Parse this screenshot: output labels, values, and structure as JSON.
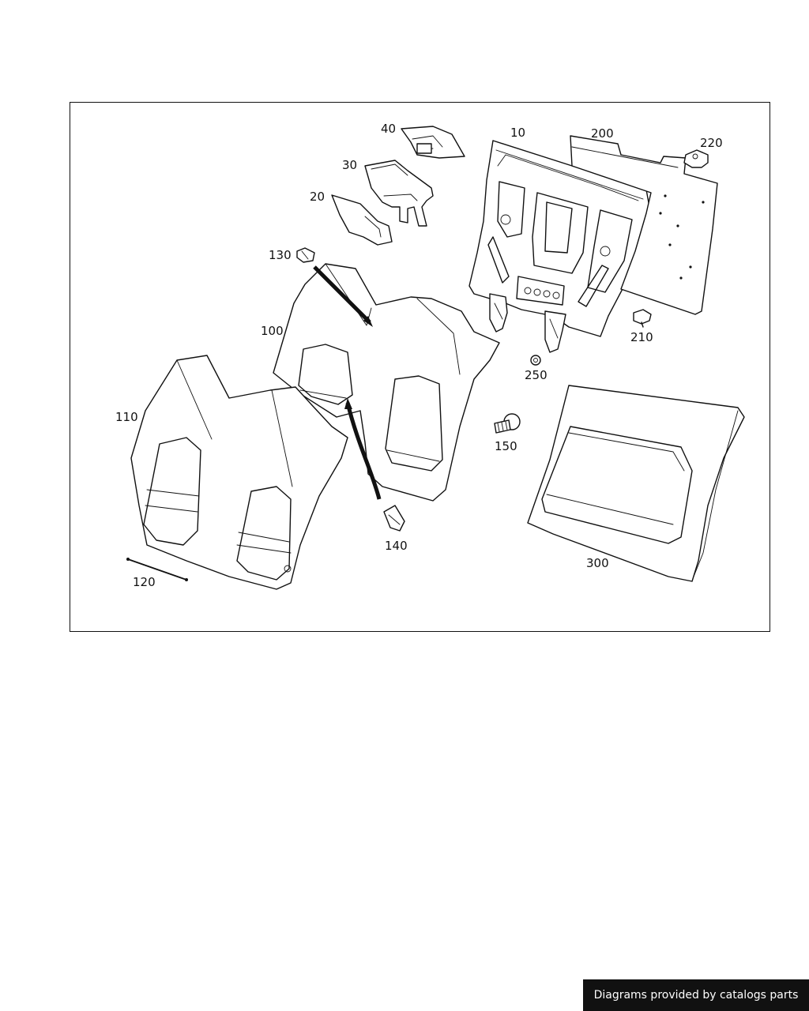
{
  "diagram": {
    "callouts": {
      "p10": "10",
      "p20": "20",
      "p30": "30",
      "p40": "40",
      "p100": "100",
      "p110": "110",
      "p120": "120",
      "p130": "130",
      "p140": "140",
      "p150": "150",
      "p200": "200",
      "p210": "210",
      "p220": "220",
      "p250": "250",
      "p300": "300"
    }
  },
  "footer": {
    "credit": "Diagrams provided by catalogs parts"
  }
}
